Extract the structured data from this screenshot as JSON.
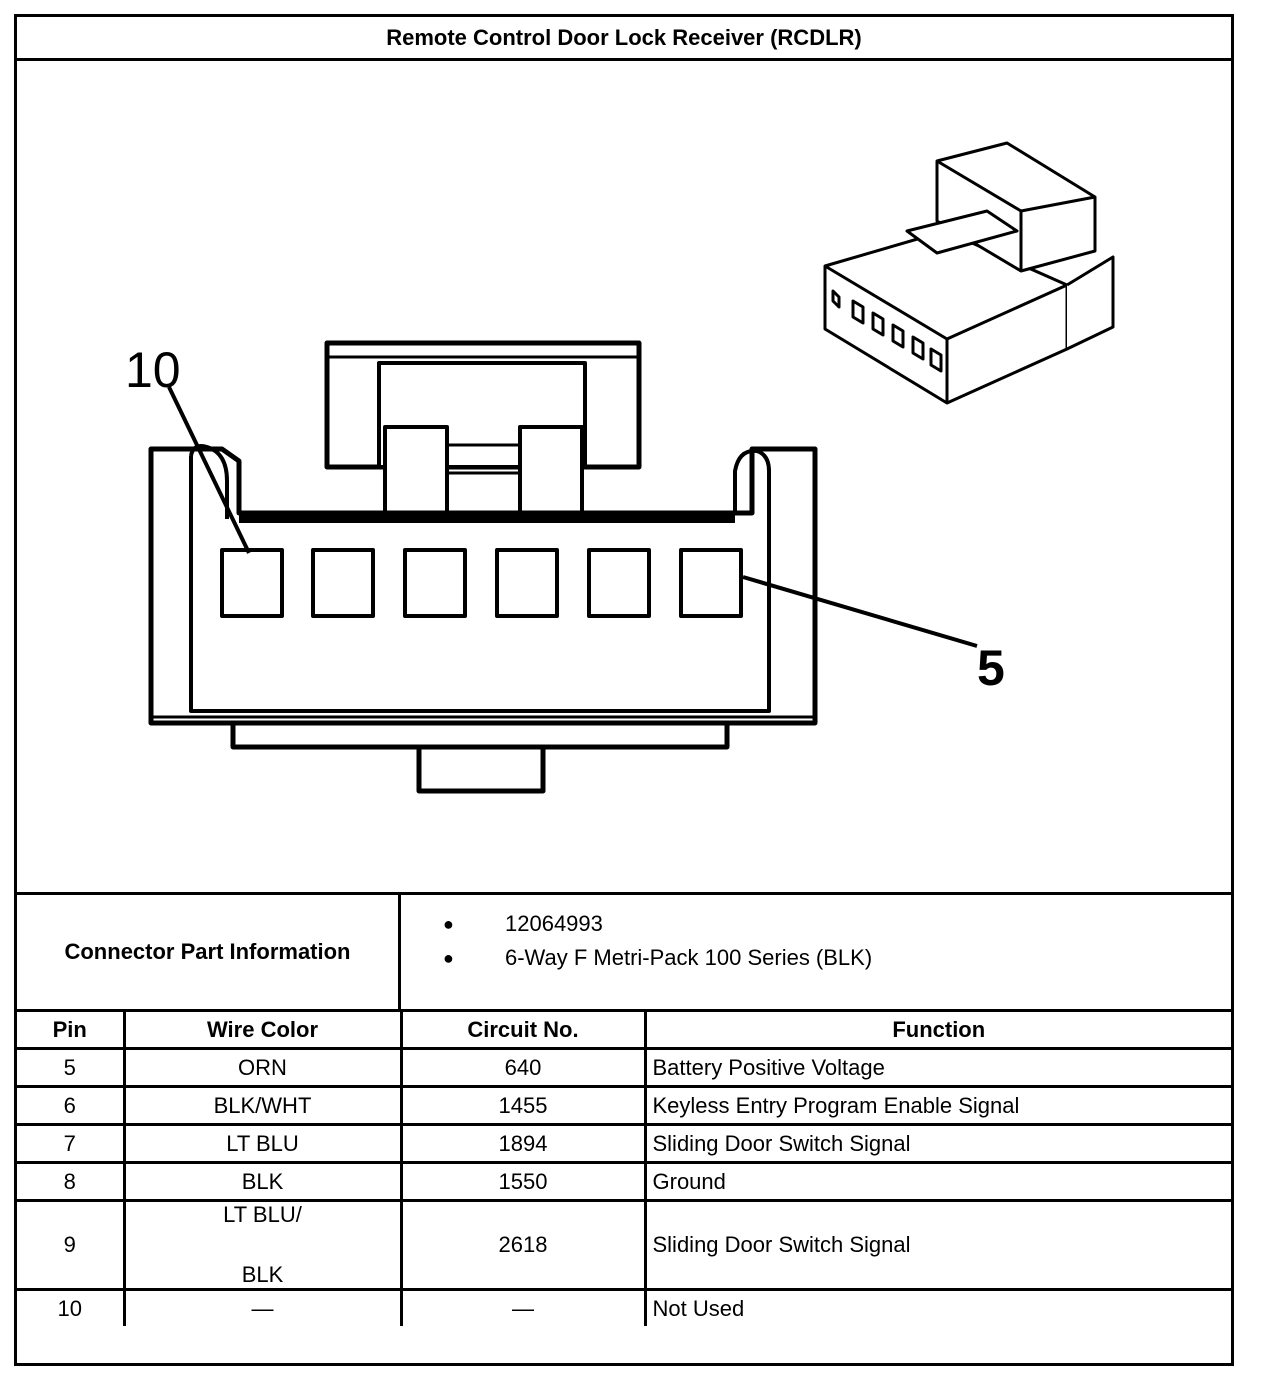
{
  "title": "Remote Control Door Lock Receiver (RCDLR)",
  "figure": {
    "callout_left": "10",
    "callout_right": "5"
  },
  "connector_info": {
    "label": "Connector Part Information",
    "items": [
      "12064993",
      "6-Way F Metri-Pack 100 Series (BLK)"
    ]
  },
  "table": {
    "headers": [
      "Pin",
      "Wire Color",
      "Circuit No.",
      "Function"
    ],
    "rows": [
      {
        "pin": "5",
        "wire": "ORN",
        "circuit": "640",
        "function": "Battery Positive Voltage"
      },
      {
        "pin": "6",
        "wire": "BLK/WHT",
        "circuit": "1455",
        "function": "Keyless Entry Program Enable Signal"
      },
      {
        "pin": "7",
        "wire": "LT BLU",
        "circuit": "1894",
        "function": "Sliding Door Switch Signal"
      },
      {
        "pin": "8",
        "wire": "BLK",
        "circuit": "1550",
        "function": "Ground"
      },
      {
        "pin": "9",
        "wire_top": "LT BLU/",
        "wire_bottom": "BLK",
        "circuit": "2618",
        "function": "Sliding Door Switch Signal"
      },
      {
        "pin": "10",
        "wire": "—",
        "circuit": "—",
        "function": "Not Used"
      }
    ]
  }
}
